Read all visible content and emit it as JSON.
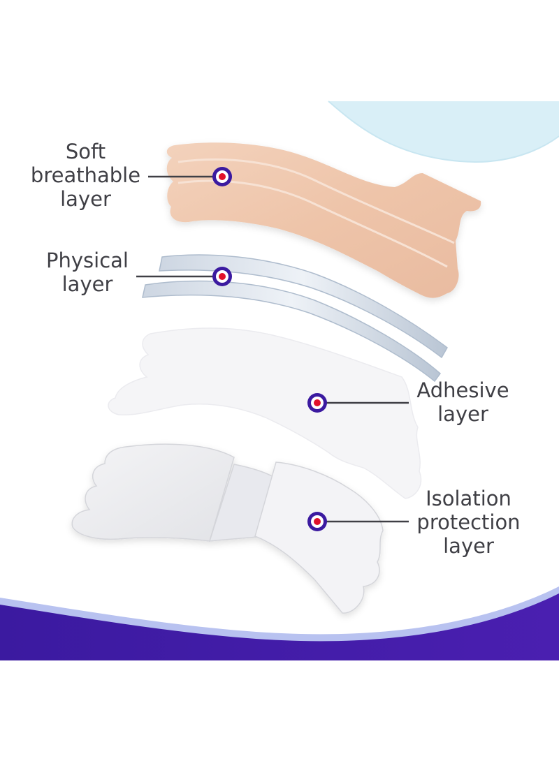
{
  "colors": {
    "accent_purple": "#4a1fa8",
    "marker_red": "#e0102a",
    "label_text": "#3f3f45",
    "skin_tone": "#efc8ae",
    "light_blue": "#d6eef6"
  },
  "labels": {
    "soft": [
      "Soft",
      "breathable",
      "layer"
    ],
    "physical": [
      "Physical",
      "layer"
    ],
    "adhesive": [
      "Adhesive",
      "layer"
    ],
    "isolation": [
      "Isolation",
      "protection",
      "layer"
    ]
  }
}
